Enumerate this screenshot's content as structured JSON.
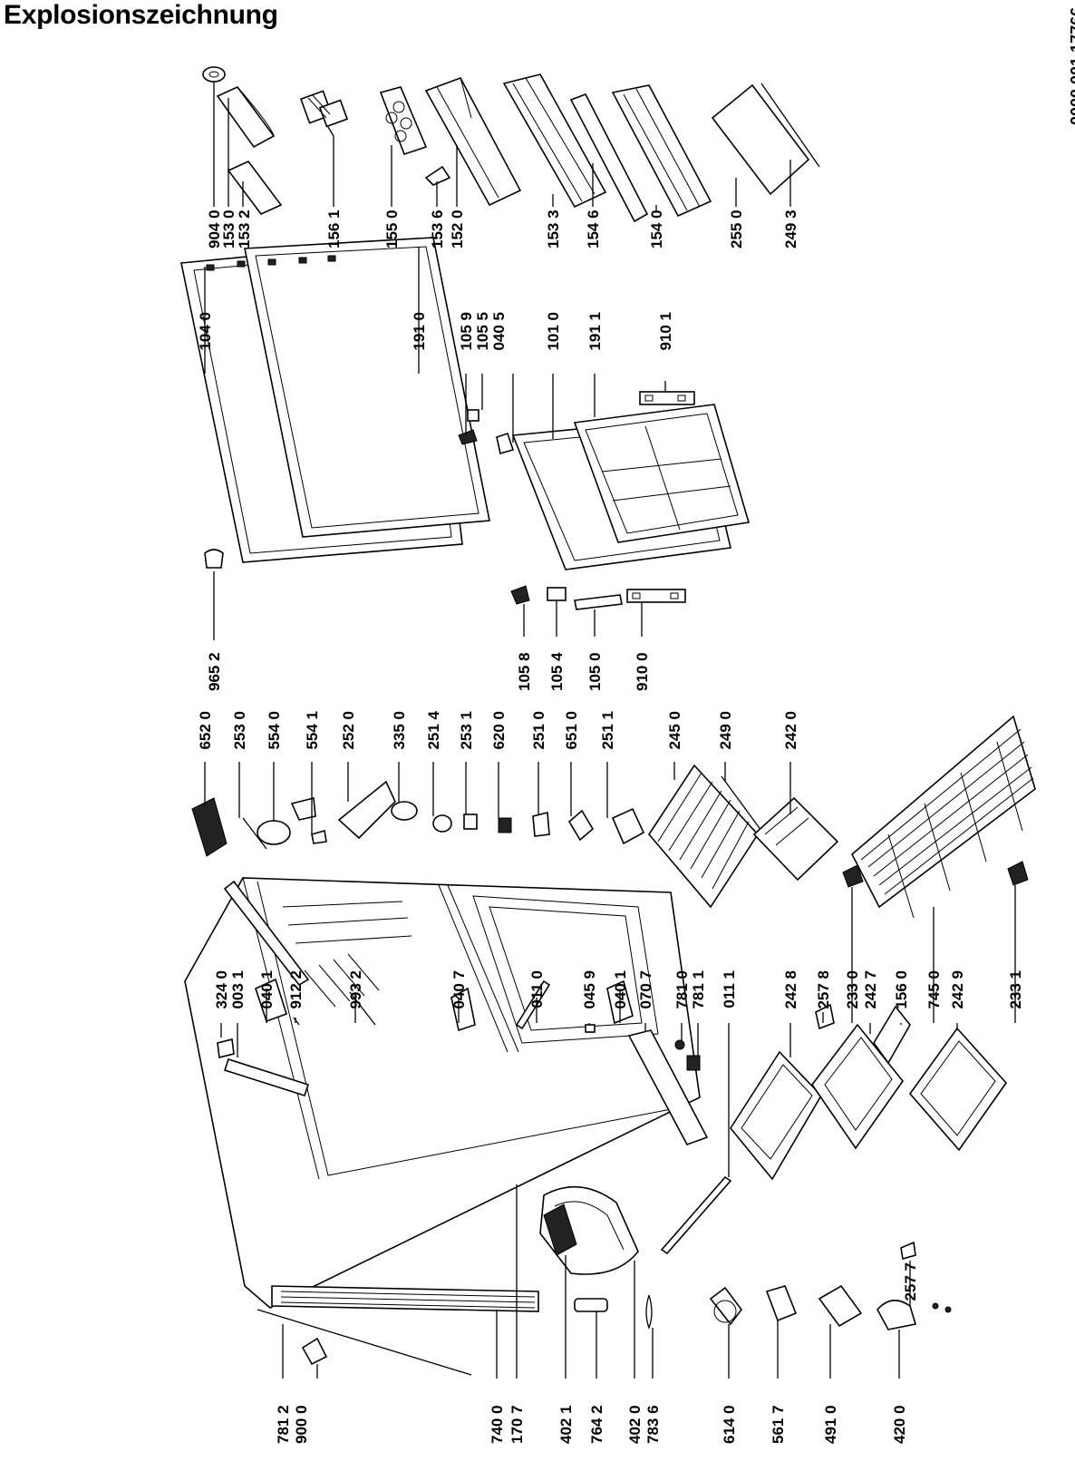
{
  "title": "Explosionszeichnung",
  "doc_number": "0000 001 17766",
  "callouts": [
    {
      "id": "p-904-0",
      "label": "904 0"
    },
    {
      "id": "p-153-0",
      "label": "153 0"
    },
    {
      "id": "p-153-2",
      "label": "153 2"
    },
    {
      "id": "p-156-1",
      "label": "156 1"
    },
    {
      "id": "p-155-0",
      "label": "155 0"
    },
    {
      "id": "p-153-6",
      "label": "153 6"
    },
    {
      "id": "p-152-0",
      "label": "152 0"
    },
    {
      "id": "p-153-3",
      "label": "153 3"
    },
    {
      "id": "p-154-6",
      "label": "154 6"
    },
    {
      "id": "p-154-0",
      "label": "154 0"
    },
    {
      "id": "p-255-0",
      "label": "255 0"
    },
    {
      "id": "p-249-3",
      "label": "249 3"
    },
    {
      "id": "p-104-0",
      "label": "104 0"
    },
    {
      "id": "p-191-0",
      "label": "191 0"
    },
    {
      "id": "p-105-9",
      "label": "105 9"
    },
    {
      "id": "p-105-5",
      "label": "105 5"
    },
    {
      "id": "p-040-5",
      "label": "040 5"
    },
    {
      "id": "p-101-0",
      "label": "101 0"
    },
    {
      "id": "p-191-1",
      "label": "191 1"
    },
    {
      "id": "p-910-1",
      "label": "910 1"
    },
    {
      "id": "p-965-2",
      "label": "965 2"
    },
    {
      "id": "p-105-8",
      "label": "105 8"
    },
    {
      "id": "p-105-4",
      "label": "105 4"
    },
    {
      "id": "p-105-0",
      "label": "105 0"
    },
    {
      "id": "p-910-0",
      "label": "910 0"
    },
    {
      "id": "p-652-0",
      "label": "652 0"
    },
    {
      "id": "p-253-0",
      "label": "253 0"
    },
    {
      "id": "p-554-0",
      "label": "554 0"
    },
    {
      "id": "p-554-1",
      "label": "554 1"
    },
    {
      "id": "p-252-0",
      "label": "252 0"
    },
    {
      "id": "p-335-0",
      "label": "335 0"
    },
    {
      "id": "p-251-4",
      "label": "251 4"
    },
    {
      "id": "p-253-1",
      "label": "253 1"
    },
    {
      "id": "p-620-0",
      "label": "620 0"
    },
    {
      "id": "p-251-0",
      "label": "251 0"
    },
    {
      "id": "p-651-0",
      "label": "651 0"
    },
    {
      "id": "p-251-1",
      "label": "251 1"
    },
    {
      "id": "p-245-0",
      "label": "245 0"
    },
    {
      "id": "p-249-0",
      "label": "249 0"
    },
    {
      "id": "p-242-0",
      "label": "242 0"
    },
    {
      "id": "p-324-0",
      "label": "324 0"
    },
    {
      "id": "p-003-1",
      "label": "003 1"
    },
    {
      "id": "p-040-1a",
      "label": "040 1"
    },
    {
      "id": "p-912-2",
      "label": "912 2"
    },
    {
      "id": "p-993-2",
      "label": "993 2"
    },
    {
      "id": "p-040-7",
      "label": "040 7"
    },
    {
      "id": "p-011-0",
      "label": "011 0"
    },
    {
      "id": "p-045-9",
      "label": "045 9"
    },
    {
      "id": "p-040-1b",
      "label": "040 1"
    },
    {
      "id": "p-070-7",
      "label": "070 7"
    },
    {
      "id": "p-781-0",
      "label": "781 0"
    },
    {
      "id": "p-781-1",
      "label": "781 1"
    },
    {
      "id": "p-011-1",
      "label": "011 1"
    },
    {
      "id": "p-242-8",
      "label": "242 8"
    },
    {
      "id": "p-257-8",
      "label": "257 8"
    },
    {
      "id": "p-233-0",
      "label": "233 0"
    },
    {
      "id": "p-242-7",
      "label": "242 7"
    },
    {
      "id": "p-156-0",
      "label": "156 0"
    },
    {
      "id": "p-745-0",
      "label": "745 0"
    },
    {
      "id": "p-242-9",
      "label": "242 9"
    },
    {
      "id": "p-233-1",
      "label": "233 1"
    },
    {
      "id": "p-257-7",
      "label": "257 7"
    },
    {
      "id": "p-781-2",
      "label": "781 2"
    },
    {
      "id": "p-900-0",
      "label": "900 0"
    },
    {
      "id": "p-740-0",
      "label": "740 0"
    },
    {
      "id": "p-170-7",
      "label": "170 7"
    },
    {
      "id": "p-402-1",
      "label": "402 1"
    },
    {
      "id": "p-764-2",
      "label": "764 2"
    },
    {
      "id": "p-402-0",
      "label": "402 0"
    },
    {
      "id": "p-783-6",
      "label": "783 6"
    },
    {
      "id": "p-614-0",
      "label": "614 0"
    },
    {
      "id": "p-561-7",
      "label": "561 7"
    },
    {
      "id": "p-491-0",
      "label": "491 0"
    },
    {
      "id": "p-420-0",
      "label": "420 0"
    }
  ]
}
